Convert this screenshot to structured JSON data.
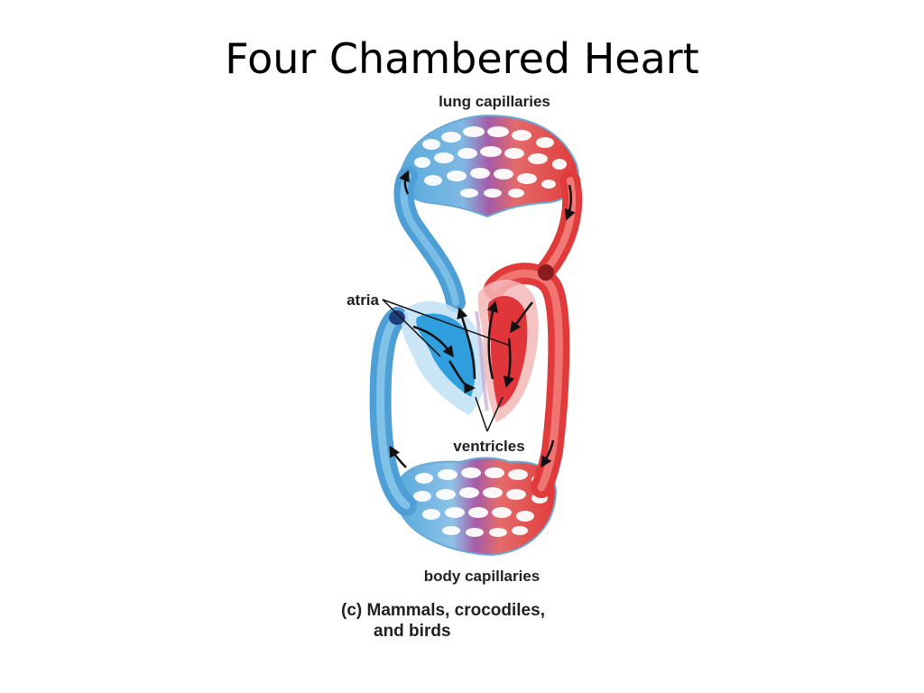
{
  "slide": {
    "title": "Four Chambered Heart"
  },
  "diagram": {
    "labels": {
      "lung_capillaries": "lung capillaries",
      "atria": "atria",
      "ventricles": "ventricles",
      "body_capillaries": "body capillaries"
    },
    "caption": {
      "line1": "(c) Mammals, crocodiles,",
      "line2": "and birds"
    },
    "colors": {
      "deoxygenated_blue": "#4fa3d8",
      "oxygenated_red": "#e03a3a",
      "mixing_purple": "#a65ba8",
      "arrow": "#111111"
    }
  }
}
